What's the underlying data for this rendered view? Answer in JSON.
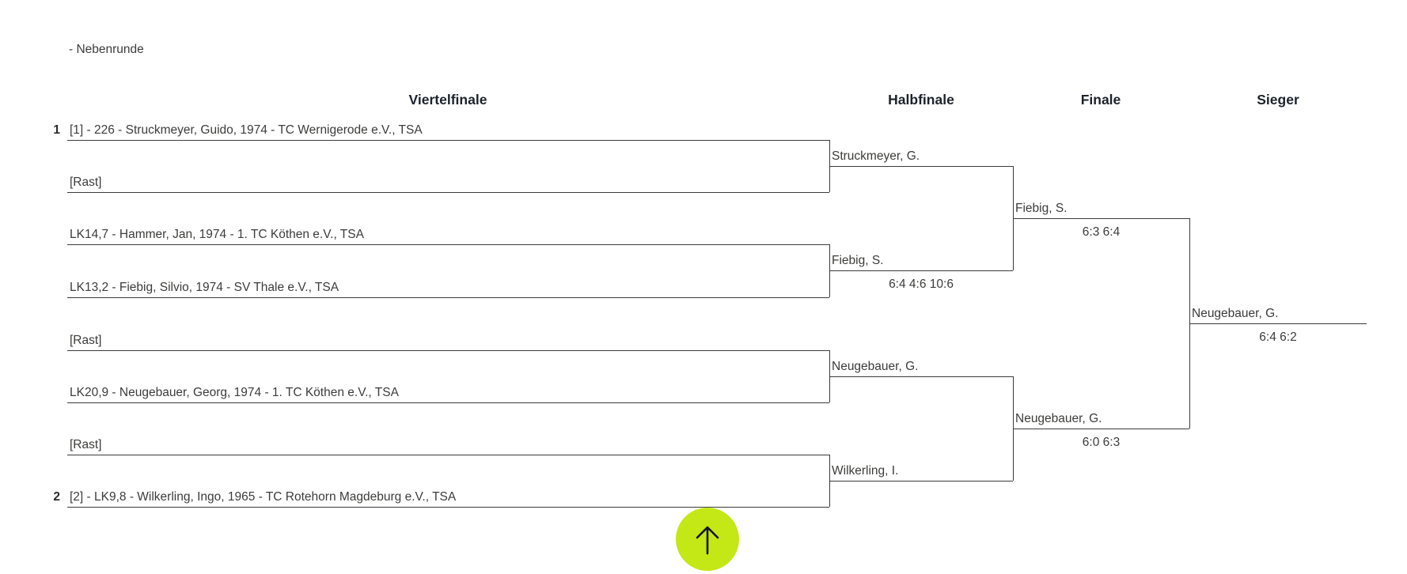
{
  "page": {
    "subtitle": "- Nebenrunde"
  },
  "headers": [
    {
      "label": "Viertelfinale"
    },
    {
      "label": "Halbfinale"
    },
    {
      "label": "Finale"
    },
    {
      "label": "Sieger"
    }
  ],
  "bracket": {
    "rounds": [
      "Viertelfinale",
      "Halbfinale",
      "Finale",
      "Sieger"
    ],
    "entries": [
      {
        "round": "Viertelfinale",
        "seed_no": "1",
        "label": "[1] - 226 - Struckmeyer, Guido, 1974 - TC Wernigerode e.V., TSA"
      },
      {
        "round": "Viertelfinale",
        "label": "[Rast]"
      },
      {
        "round": "Viertelfinale",
        "label": "LK14,7 - Hammer, Jan, 1974 - 1. TC Köthen e.V., TSA"
      },
      {
        "round": "Viertelfinale",
        "label": "LK13,2 - Fiebig, Silvio, 1974 - SV Thale e.V., TSA"
      },
      {
        "round": "Viertelfinale",
        "label": "[Rast]"
      },
      {
        "round": "Viertelfinale",
        "label": "LK20,9 - Neugebauer, Georg, 1974 - 1. TC Köthen e.V., TSA"
      },
      {
        "round": "Viertelfinale",
        "label": "[Rast]"
      },
      {
        "round": "Viertelfinale",
        "seed_no": "2",
        "label": "[2] - LK9,8 - Wilkerling, Ingo, 1965 - TC Rotehorn Magdeburg e.V., TSA"
      },
      {
        "round": "Halbfinale",
        "label": "Struckmeyer, G."
      },
      {
        "round": "Halbfinale",
        "label": "Fiebig, S.",
        "score": "6:4 4:6 10:6"
      },
      {
        "round": "Halbfinale",
        "label": "Neugebauer, G."
      },
      {
        "round": "Halbfinale",
        "label": "Wilkerling, I."
      },
      {
        "round": "Finale",
        "label": "Fiebig, S.",
        "score": "6:3 6:4"
      },
      {
        "round": "Finale",
        "label": "Neugebauer, G.",
        "score": "6:0 6:3"
      },
      {
        "round": "Sieger",
        "label": "Neugebauer, G.",
        "score": "6:4 6:2"
      }
    ]
  },
  "scroll_top_button": {
    "icon": "arrow-up-icon",
    "glyph": "↑",
    "background_color": "#c4e716",
    "arrow_color": "#16161d"
  },
  "colors": {
    "line": "#3b3b3b",
    "text": "#3c3c3b",
    "header_text": "#1d232b",
    "accent_lime": "#c4e716"
  }
}
